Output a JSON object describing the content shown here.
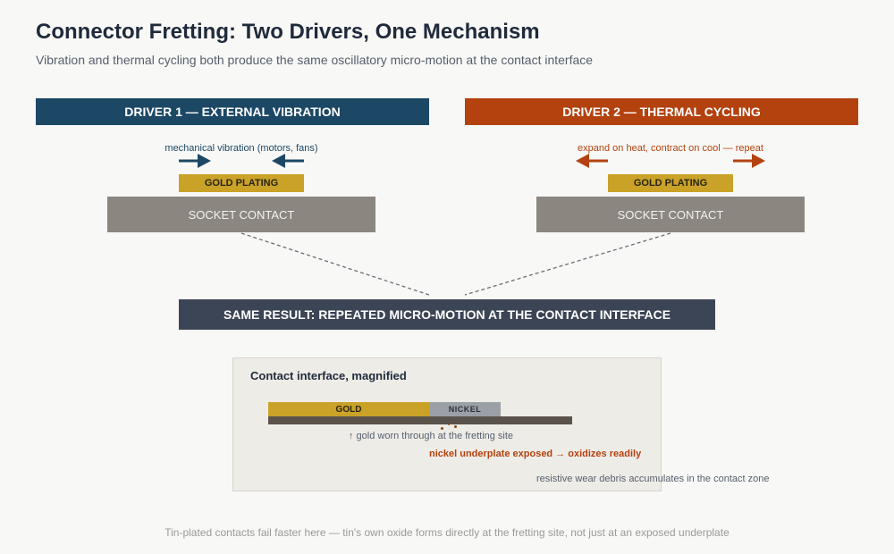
{
  "header": {
    "title": "Connector Fretting: Two Drivers, One Mechanism",
    "subtitle": "Vibration and thermal cycling both produce the same oscillatory micro-motion at the contact interface"
  },
  "driver1": {
    "label": "DRIVER 1 — EXTERNAL VIBRATION",
    "caption": "mechanical vibration (motors, fans)",
    "plating_label": "GOLD PLATING",
    "socket_label": "SOCKET CONTACT",
    "color": "#1c4866"
  },
  "driver2": {
    "label": "DRIVER 2 — THERMAL CYCLING",
    "caption": "expand on heat, contract on cool — repeat",
    "plating_label": "GOLD PLATING",
    "socket_label": "SOCKET CONTACT",
    "color": "#b3420f"
  },
  "result": {
    "label": "SAME RESULT: REPEATED MICRO-MOTION AT THE CONTACT INTERFACE"
  },
  "magnified": {
    "title": "Contact interface, magnified",
    "gold_label": "GOLD",
    "nickel_label": "NICKEL",
    "worn_note": "↑ gold worn through at the fretting site",
    "oxidize_note": "nickel underplate exposed → oxidizes readily",
    "debris_note": "resistive wear debris accumulates in the contact zone"
  },
  "footer": {
    "note": "Tin-plated contacts fail faster here — tin's own oxide forms directly at the fretting site, not just at an exposed underplate"
  },
  "colors": {
    "gold": "#c9a227",
    "nickel": "#9aa0a6",
    "socket": "#8b8680",
    "result": "#3b4555"
  }
}
